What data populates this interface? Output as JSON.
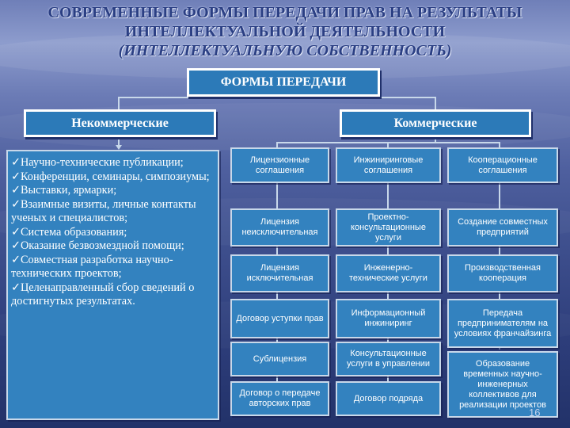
{
  "title": {
    "line1": "СОВРЕМЕННЫЕ ФОРМЫ ПЕРЕДАЧИ ПРАВ НА РЕЗУЛЬТАТЫ",
    "line2": "ИНТЕЛЛЕКТУАЛЬНОЙ ДЕЯТЕЛЬНОСТИ",
    "line3": "(ИНТЕЛЛЕКТУАЛЬНУЮ СОБСТВЕННОСТЬ)"
  },
  "root": "ФОРМЫ ПЕРЕДАЧИ",
  "noncommercial": {
    "label": "Некоммерческие",
    "items": [
      "✓Научно-технические публикации;",
      "✓Конференции, семинары, симпозиумы;",
      "✓Выставки, ярмарки;",
      "✓Взаимные визиты, личные контакты ученых и специалистов;",
      "✓Система образования;",
      "✓Оказание безвозмездной помощи;",
      "✓Совместная разработка научно-технических проектов;",
      "✓Целенаправленный сбор сведений о достигнутых результатах."
    ]
  },
  "commercial": {
    "label": "Коммерческие",
    "columns": [
      {
        "header": "Лицензионные соглашения",
        "items": [
          "Лицензия неисключительная",
          "Лицензия исключительная",
          "Договор уступки прав",
          "Сублицензия",
          "Договор о передаче авторских прав"
        ]
      },
      {
        "header": "Инжиниринговые соглашения",
        "items": [
          "Проектно-консультационные услуги",
          "Инженерно-технические услуги",
          "Информационный инжиниринг",
          "Консультационные услуги в управлении",
          "Договор подряда"
        ]
      },
      {
        "header": "Кооперационные соглашения",
        "items": [
          "Создание совместных предприятий",
          "Производственная кооперация",
          "Передача предпринимателям на условиях франчайзинга",
          "Образование временных научно-инженерных коллективов для реализации проектов"
        ]
      }
    ]
  },
  "page_number": "16",
  "colors": {
    "box": "#3382bf",
    "border": "#c8d8ea",
    "title": "#2b3f83"
  }
}
